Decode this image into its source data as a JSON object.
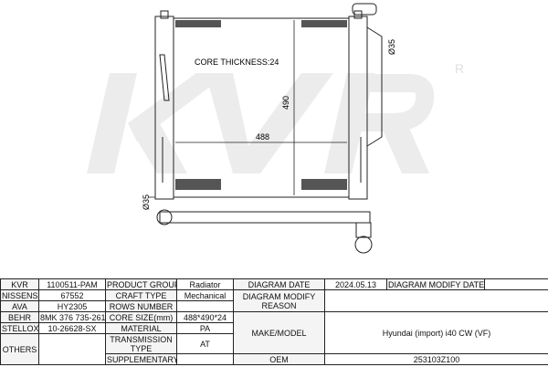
{
  "watermark": "KVR",
  "watermark_mark": "R",
  "drawing": {
    "core_thickness": "CORE THICKNESS:24",
    "height_dim": "490",
    "width_dim": "488",
    "pipe_top": "Ø35",
    "pipe_bottom": "Ø35"
  },
  "table": {
    "kvr_label": "KVR",
    "kvr": "1100511-PAM",
    "nissens_label": "NISSENS",
    "nissens": "67552",
    "ava_label": "AVA",
    "ava": "HY2305",
    "behr_label": "BEHR",
    "behr": "8MK 376 735-261",
    "stellox_label": "STELLOX",
    "stellox": "10-26628-SX",
    "others_label": "OTHERS",
    "others": "",
    "product_group_label": "PRODUCT GROUP",
    "product_group": "Radiator",
    "craft_type_label": "CRAFT TYPE",
    "craft_type": "Mechanical",
    "rows_number_label": "ROWS NUMBER",
    "rows_number": "",
    "core_size_label": "CORE SIZE(mm)",
    "core_size": "488*490*24",
    "material_label": "MATERIAL",
    "material": "PA",
    "transmission_label": "TRANSMISSION TYPE",
    "transmission": "AT",
    "supplementary_label": "SUPPLEMENTARY",
    "supplementary": "",
    "diagram_date_label": "DIAGRAM DATE",
    "diagram_date": "2024.05.13",
    "diagram_modify_date_label": "DIAGRAM MODIFY DATE",
    "diagram_modify_date": "",
    "modify_reason_label": "DIAGRAM MODIFY REASON",
    "modify_reason": "",
    "make_model_label": "MAKE/MODEL",
    "make_model": "Hyundai (import) i40 CW (VF)",
    "oem_label": "OEM",
    "oem": "253103Z100"
  }
}
